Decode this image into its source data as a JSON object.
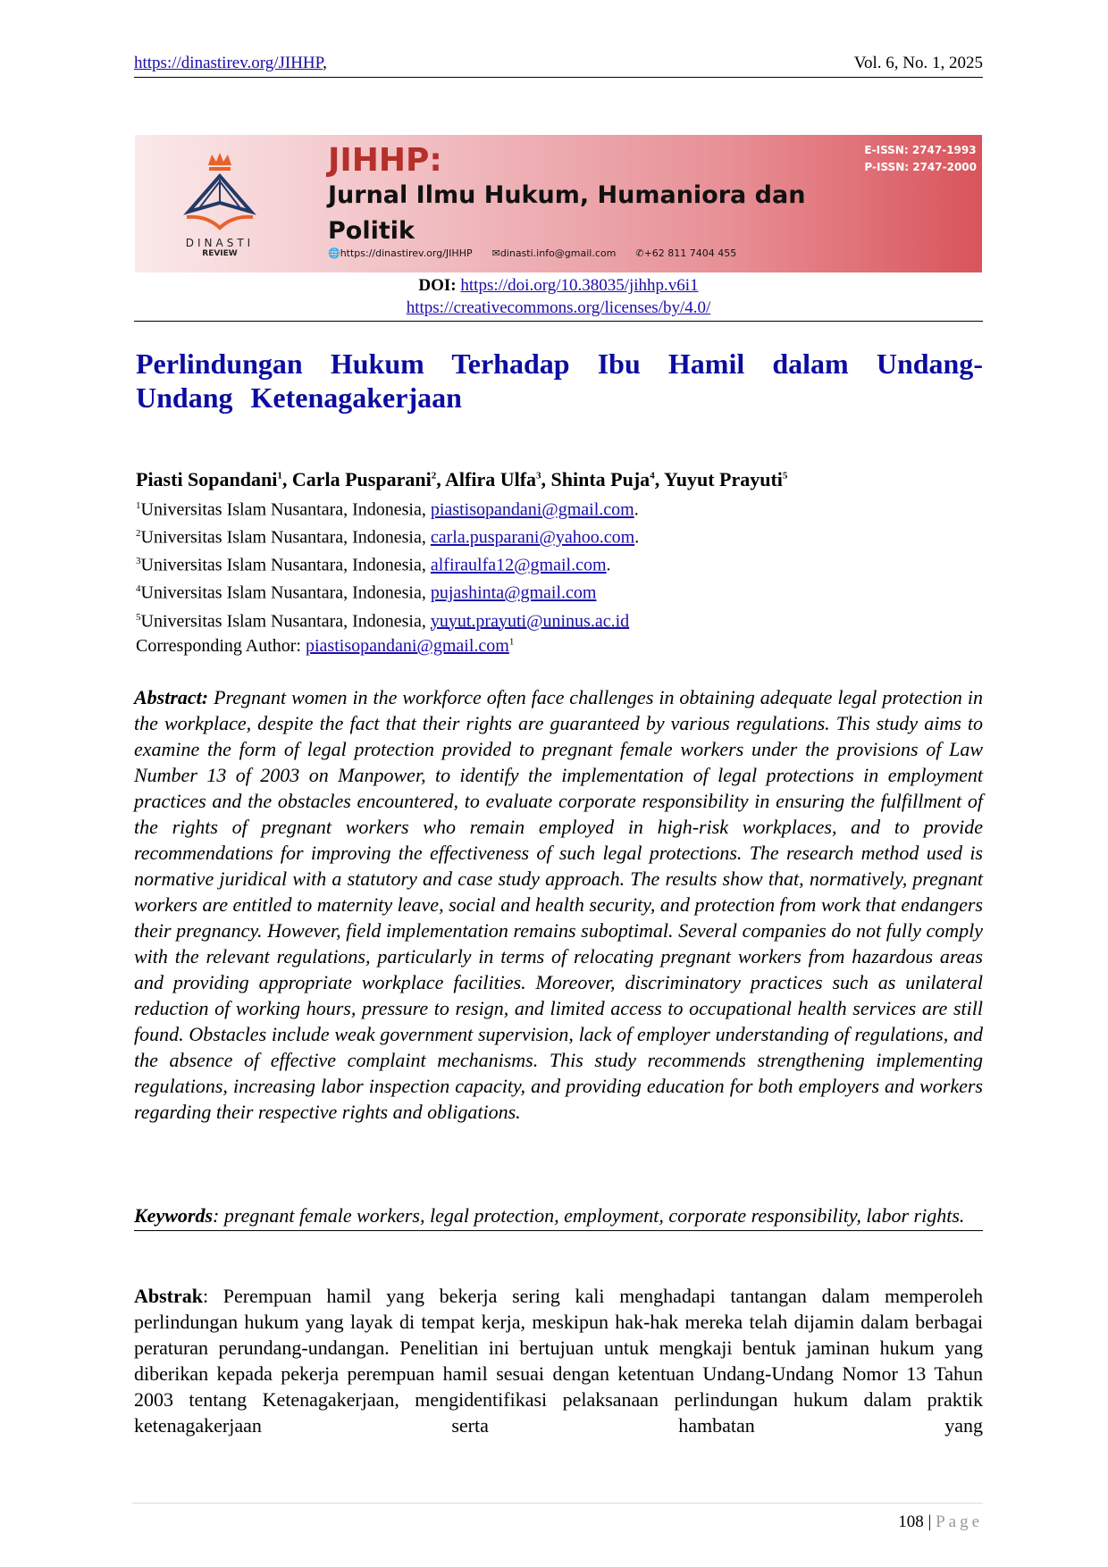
{
  "header": {
    "url": "https://dinastirev.org/JIHHP",
    "url_suffix": ",",
    "volume": "Vol. 6, No. 1, 2025"
  },
  "banner": {
    "journal_abbr": "JIHHP:",
    "journal_name": "Jurnal Ilmu Hukum, Humaniora dan Politik",
    "website": "https://dinastirev.org/JIHHP",
    "email": "dinasti.info@gmail.com",
    "phone": "+62 811 7404 455",
    "eissn": "E-ISSN: 2747-1993",
    "pissn": "P-ISSN: 2747-2000",
    "logo_name": "DINASTI",
    "logo_sub": "REVIEW"
  },
  "doi": {
    "label": "DOI:",
    "url": "https://doi.org/10.38035/jihhp.v6i1",
    "license": "https://creativecommons.org/licenses/by/4.0/"
  },
  "title": "Perlindungan Hukum Terhadap Ibu Hamil dalam Undang-Undang Ketenagakerjaan",
  "authors": [
    {
      "name": "Piasti Sopandani",
      "sup": "1"
    },
    {
      "name": "Carla Pusparani",
      "sup": "2"
    },
    {
      "name": "Alfira Ulfa",
      "sup": "3"
    },
    {
      "name": "Shinta Puja",
      "sup": "4"
    },
    {
      "name": "Yuyut Prayuti",
      "sup": "5"
    }
  ],
  "affiliations": [
    {
      "sup": "1",
      "text": "Universitas Islam Nusantara, Indonesia,",
      "email": "piastisopandani@gmail.com",
      "end": "."
    },
    {
      "sup": "2",
      "text": "Universitas Islam Nusantara, Indonesia,",
      "email": "carla.pusparani@yahoo.com",
      "end": "."
    },
    {
      "sup": "3",
      "text": "Universitas Islam Nusantara, Indonesia,",
      "email": "alfiraulfa12@gmail.com",
      "end": "."
    },
    {
      "sup": "4",
      "text": "Universitas Islam Nusantara, Indonesia,",
      "email": "pujashinta@gmail.com",
      "end": ""
    },
    {
      "sup": "5",
      "text": "Universitas Islam Nusantara, Indonesia,",
      "email": "yuyut.prayuti@uninus.ac.id",
      "end": ""
    }
  ],
  "corresponding": {
    "label": "Corresponding Author:",
    "email": "piastisopandani@gmail.com",
    "sup": "1"
  },
  "abstract": {
    "label": "Abstract:",
    "text": "Pregnant women in the workforce often face challenges in obtaining adequate legal protection in the workplace, despite the fact that their rights are guaranteed by various regulations. This study aims to examine the form of legal protection provided to pregnant female workers under the provisions of Law Number 13 of 2003 on Manpower, to identify the implementation of legal protections in employment practices and the obstacles encountered, to evaluate corporate responsibility in ensuring the fulfillment of the rights of pregnant workers who remain employed in high-risk workplaces, and to provide recommendations for improving the effectiveness of such legal protections. The research method used is normative juridical with a statutory and case study approach. The results show that, normatively, pregnant workers are entitled to maternity leave, social and health security, and protection from work that endangers their pregnancy. However, field implementation remains suboptimal. Several companies do not fully comply with the relevant regulations, particularly in terms of relocating pregnant workers from hazardous areas and providing appropriate workplace facilities. Moreover, discriminatory practices such as unilateral reduction of working hours, pressure to resign, and limited access to occupational health services are still found. Obstacles include weak government supervision, lack of employer understanding of regulations, and the absence of effective complaint mechanisms. This study recommends strengthening implementing regulations, increasing labor inspection capacity, and providing education for both employers and workers regarding their respective rights and obligations."
  },
  "keywords": {
    "label": "Keywords",
    "text": ": pregnant female workers, legal protection, employment, corporate responsibility, labor rights."
  },
  "abstrak": {
    "label": "Abstrak",
    "text": ": Perempuan hamil yang bekerja sering kali menghadapi tantangan dalam memperoleh perlindungan hukum yang layak di tempat kerja, meskipun hak-hak mereka telah dijamin dalam berbagai peraturan perundang-undangan. Penelitian ini bertujuan untuk mengkaji bentuk jaminan hukum yang diberikan kepada pekerja perempuan hamil sesuai dengan ketentuan Undang-Undang Nomor 13 Tahun 2003 tentang Ketenagakerjaan, mengidentifikasi pelaksanaan perlindungan hukum dalam praktik ketenagakerjaan serta hambatan yang"
  },
  "footer": {
    "page_number": "108",
    "sep": "|",
    "page_label": "Page"
  }
}
